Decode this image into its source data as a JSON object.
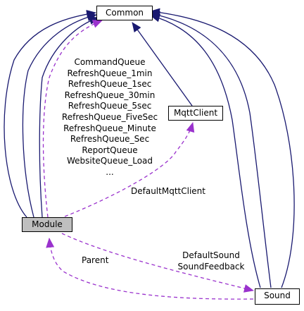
{
  "nodes": {
    "common": "Common",
    "mqtt_client": "MqttClient",
    "module": "Module",
    "sound": "Sound"
  },
  "edge_labels": {
    "module_to_common": [
      "CommandQueue",
      "RefreshQueue_1min",
      "RefreshQueue_1sec",
      "RefreshQueue_30min",
      "RefreshQueue_5sec",
      "RefreshQueue_FiveSec",
      "RefreshQueue_Minute",
      "RefreshQueue_Sec",
      "ReportQueue",
      "WebsiteQueue_Load",
      "..."
    ],
    "module_to_mqtt": "DefaultMqttClient",
    "module_to_sound": [
      "DefaultSound",
      "SoundFeedback"
    ],
    "sound_to_module": "Parent"
  },
  "colors": {
    "inheritance_edge": "#191970",
    "usage_edge": "#9a32cd",
    "highlight_node": "#bfbfbf"
  }
}
